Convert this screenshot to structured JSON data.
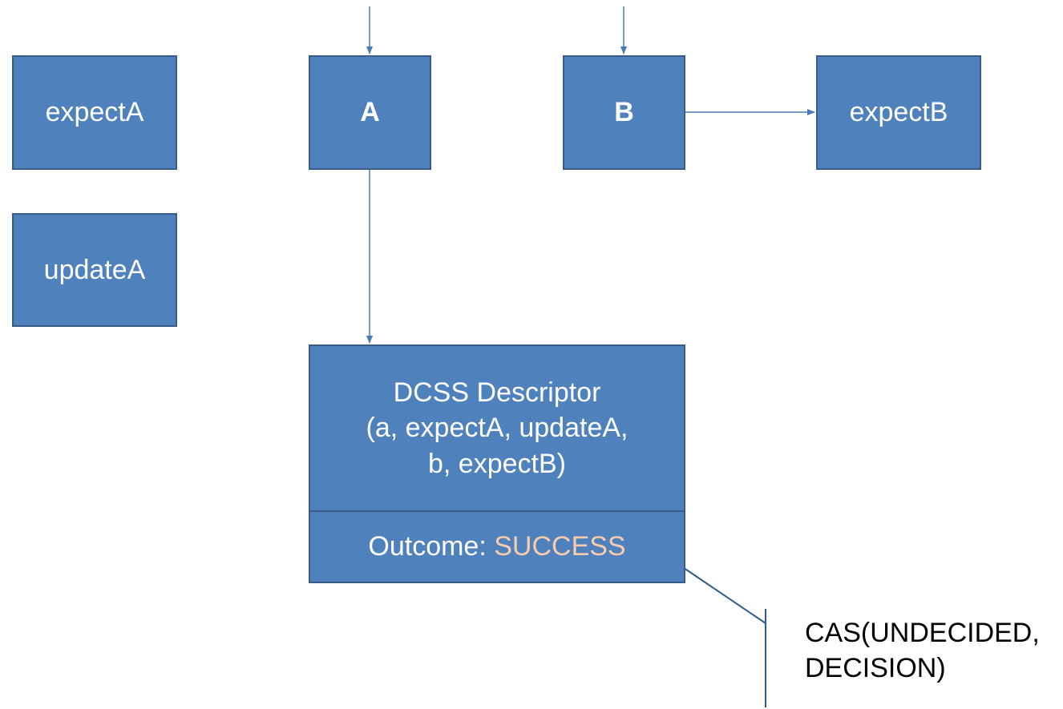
{
  "boxes": {
    "expectA": "expectA",
    "updateA": "updateA",
    "A": "A",
    "B": "B",
    "expectB": "expectB"
  },
  "descriptor": {
    "line1": "DCSS Descriptor",
    "line2": "(a, expectA, updateA,",
    "line3": "b, expectB)",
    "outcome_label": "Outcome: ",
    "outcome_value": "SUCCESS"
  },
  "callout": {
    "line1": "CAS(UNDECIDED,",
    "line2": "DECISION)"
  },
  "colors": {
    "box_fill": "#4f81bd",
    "box_border": "#385d8a",
    "success_text": "#f8cbad",
    "arrow": "#4a7ab3"
  }
}
